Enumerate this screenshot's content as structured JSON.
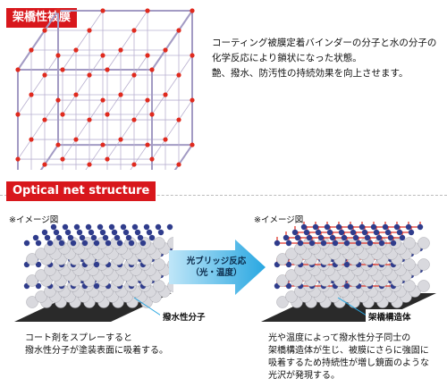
{
  "headings": {
    "crosslink": "架橋性被膜",
    "optical": "Optical net structure"
  },
  "top_description": [
    "コーティング被膜定着バインダーの分子と水の分子の",
    "化学反応により鎖状になった状態。",
    "艶、撥水、防汚性の持続効果を向上させます。"
  ],
  "notes": {
    "left": "※イメージ図",
    "right": "※イメージ図"
  },
  "arrow": {
    "line1": "光ブリッジ反応",
    "line2": "（光・温度）",
    "color": "#29a7e1"
  },
  "labels": {
    "left": "撥水性分子",
    "right": "架橋構造体"
  },
  "captions": {
    "left": [
      "コート剤をスプレーすると",
      "撥水性分子が塗装表面に吸着する。"
    ],
    "right": [
      "光や温度によって撥水性分子同士の",
      "架橋構造体が生じ、被膜にさらに強固に",
      "吸着するため持続性が増し鏡面のような",
      "光沢が発現する。"
    ]
  },
  "colors": {
    "accent_red": "#d8171c",
    "lattice_line": "#b9b0d0",
    "node_red": "#e02a1e",
    "molecule_blue": "#2f3c8c",
    "link_red": "#e02a1e"
  }
}
